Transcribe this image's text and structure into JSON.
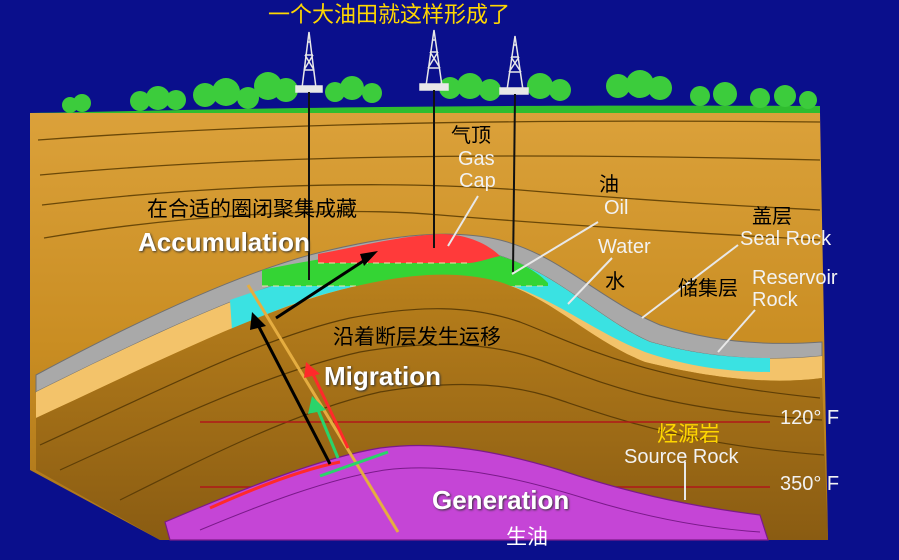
{
  "title": "一个大油田就这样形成了",
  "labels": {
    "gas_cap_cn": "气顶",
    "gas_cap_en_1": "Gas",
    "gas_cap_en_2": "Cap",
    "oil_cn": "油",
    "oil_en": "Oil",
    "water_en": "Water",
    "water_cn": "水",
    "seal_cn": "盖层",
    "seal_en": "Seal Rock",
    "reservoir_cn": "储集层",
    "reservoir_en_1": "Reservoir",
    "reservoir_en_2": "Rock",
    "accumulation_cn": "在合适的圈闭聚集成藏",
    "accumulation_en": "Accumulation",
    "migration_cn": "沿着断层发生运移",
    "migration_en": "Migration",
    "temp_upper": "120° F",
    "temp_lower": "350° F",
    "source_cn": "烃源岩",
    "source_en": "Source Rock",
    "generation_en": "Generation",
    "generation_cn": "生油"
  },
  "colors": {
    "background": "#0a0f8c",
    "ground": "#d4952a",
    "ground_dark": "#b87818",
    "grass": "#35c435",
    "seal": "#a8a8a8",
    "reservoir": "#f0c060",
    "water": "#36e0e0",
    "oil": "#32d232",
    "gas": "#ff3838",
    "source": "#c040d0",
    "fault": "#e8b040",
    "temp_line": "#b01818"
  }
}
